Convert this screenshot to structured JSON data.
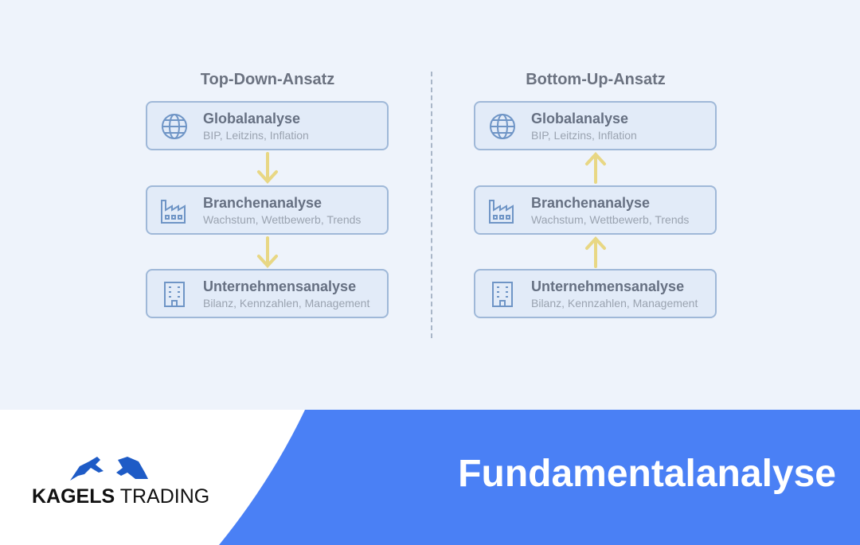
{
  "left": {
    "title": "Top-Down-Ansatz",
    "direction": "down"
  },
  "right": {
    "title": "Bottom-Up-Ansatz",
    "direction": "up"
  },
  "levels": [
    {
      "title": "Globalanalyse",
      "subtitle": "BIP, Leitzins, Inflation",
      "icon": "globe-icon"
    },
    {
      "title": "Branchenanalyse",
      "subtitle": "Wachstum, Wettbewerb, Trends",
      "icon": "factory-icon"
    },
    {
      "title": "Unternehmensanalyse",
      "subtitle": "Bilanz, Kennzahlen, Management",
      "icon": "office-building-icon"
    }
  ],
  "banner": {
    "headline": "Fundamentalanalyse",
    "logo_bold": "KAGELS",
    "logo_light": "TRADING"
  },
  "colors": {
    "accent": "#4a80f5",
    "arrow": "#e8d784",
    "box_border": "#9fb8d8"
  }
}
